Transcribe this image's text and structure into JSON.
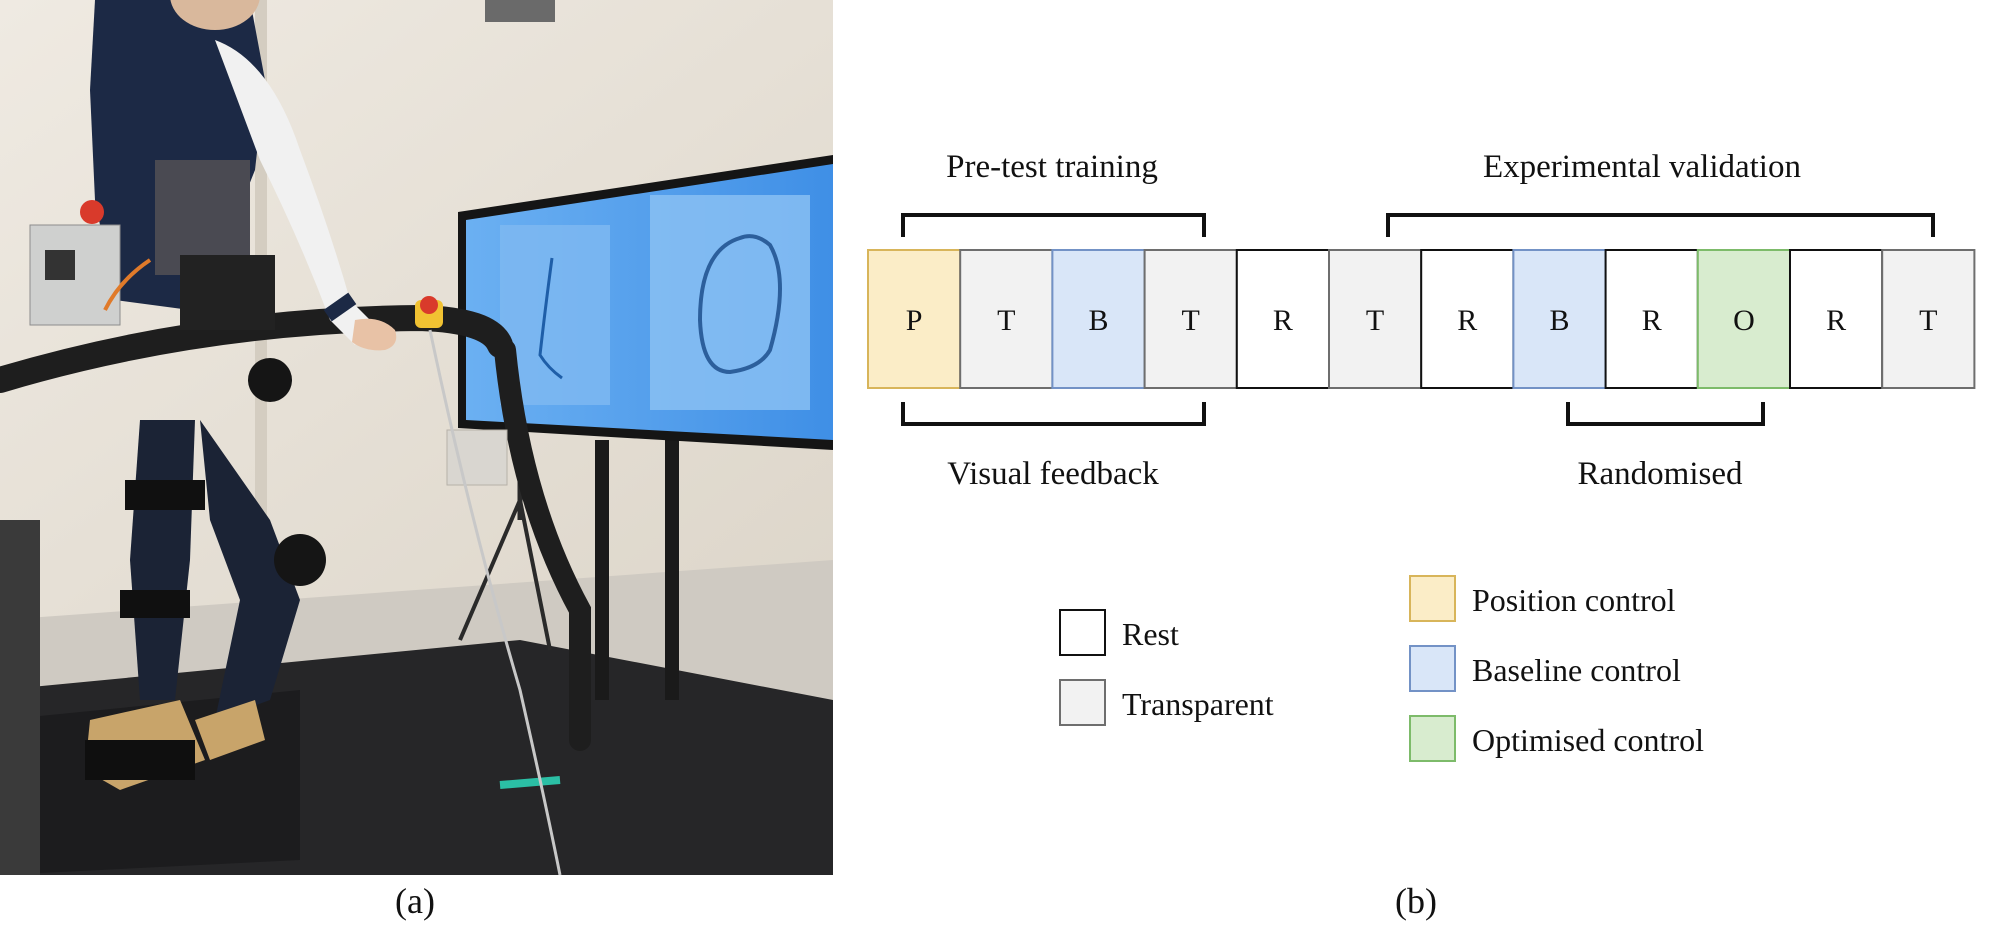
{
  "captions": {
    "a": "(a)",
    "b": "(b)"
  },
  "top_labels": {
    "pretest": "Pre-test training",
    "experimental": "Experimental validation"
  },
  "bottom_labels": {
    "visual": "Visual feedback",
    "randomised": "Randomised"
  },
  "sequence": [
    "P",
    "T",
    "B",
    "T",
    "R",
    "T",
    "R",
    "B",
    "R",
    "O",
    "R",
    "T"
  ],
  "blocks": {
    "P": {
      "fill": "#fbedc7",
      "stroke": "#d8b55a"
    },
    "T": {
      "fill": "#f2f2f2",
      "stroke": "#6e6e6e"
    },
    "B": {
      "fill": "#d9e6f8",
      "stroke": "#7392c6"
    },
    "R": {
      "fill": "#ffffff",
      "stroke": "#111111"
    },
    "O": {
      "fill": "#d8eccf",
      "stroke": "#7dbb6a"
    }
  },
  "legend": {
    "rest": "Rest",
    "transparent": "Transparent",
    "position": "Position control",
    "baseline": "Baseline control",
    "optimised": "Optimised control"
  },
  "photo": {
    "screen_color": "#5aa2ee",
    "wall_color": "#e9e4da",
    "floor_color": "#2a2a2c"
  }
}
